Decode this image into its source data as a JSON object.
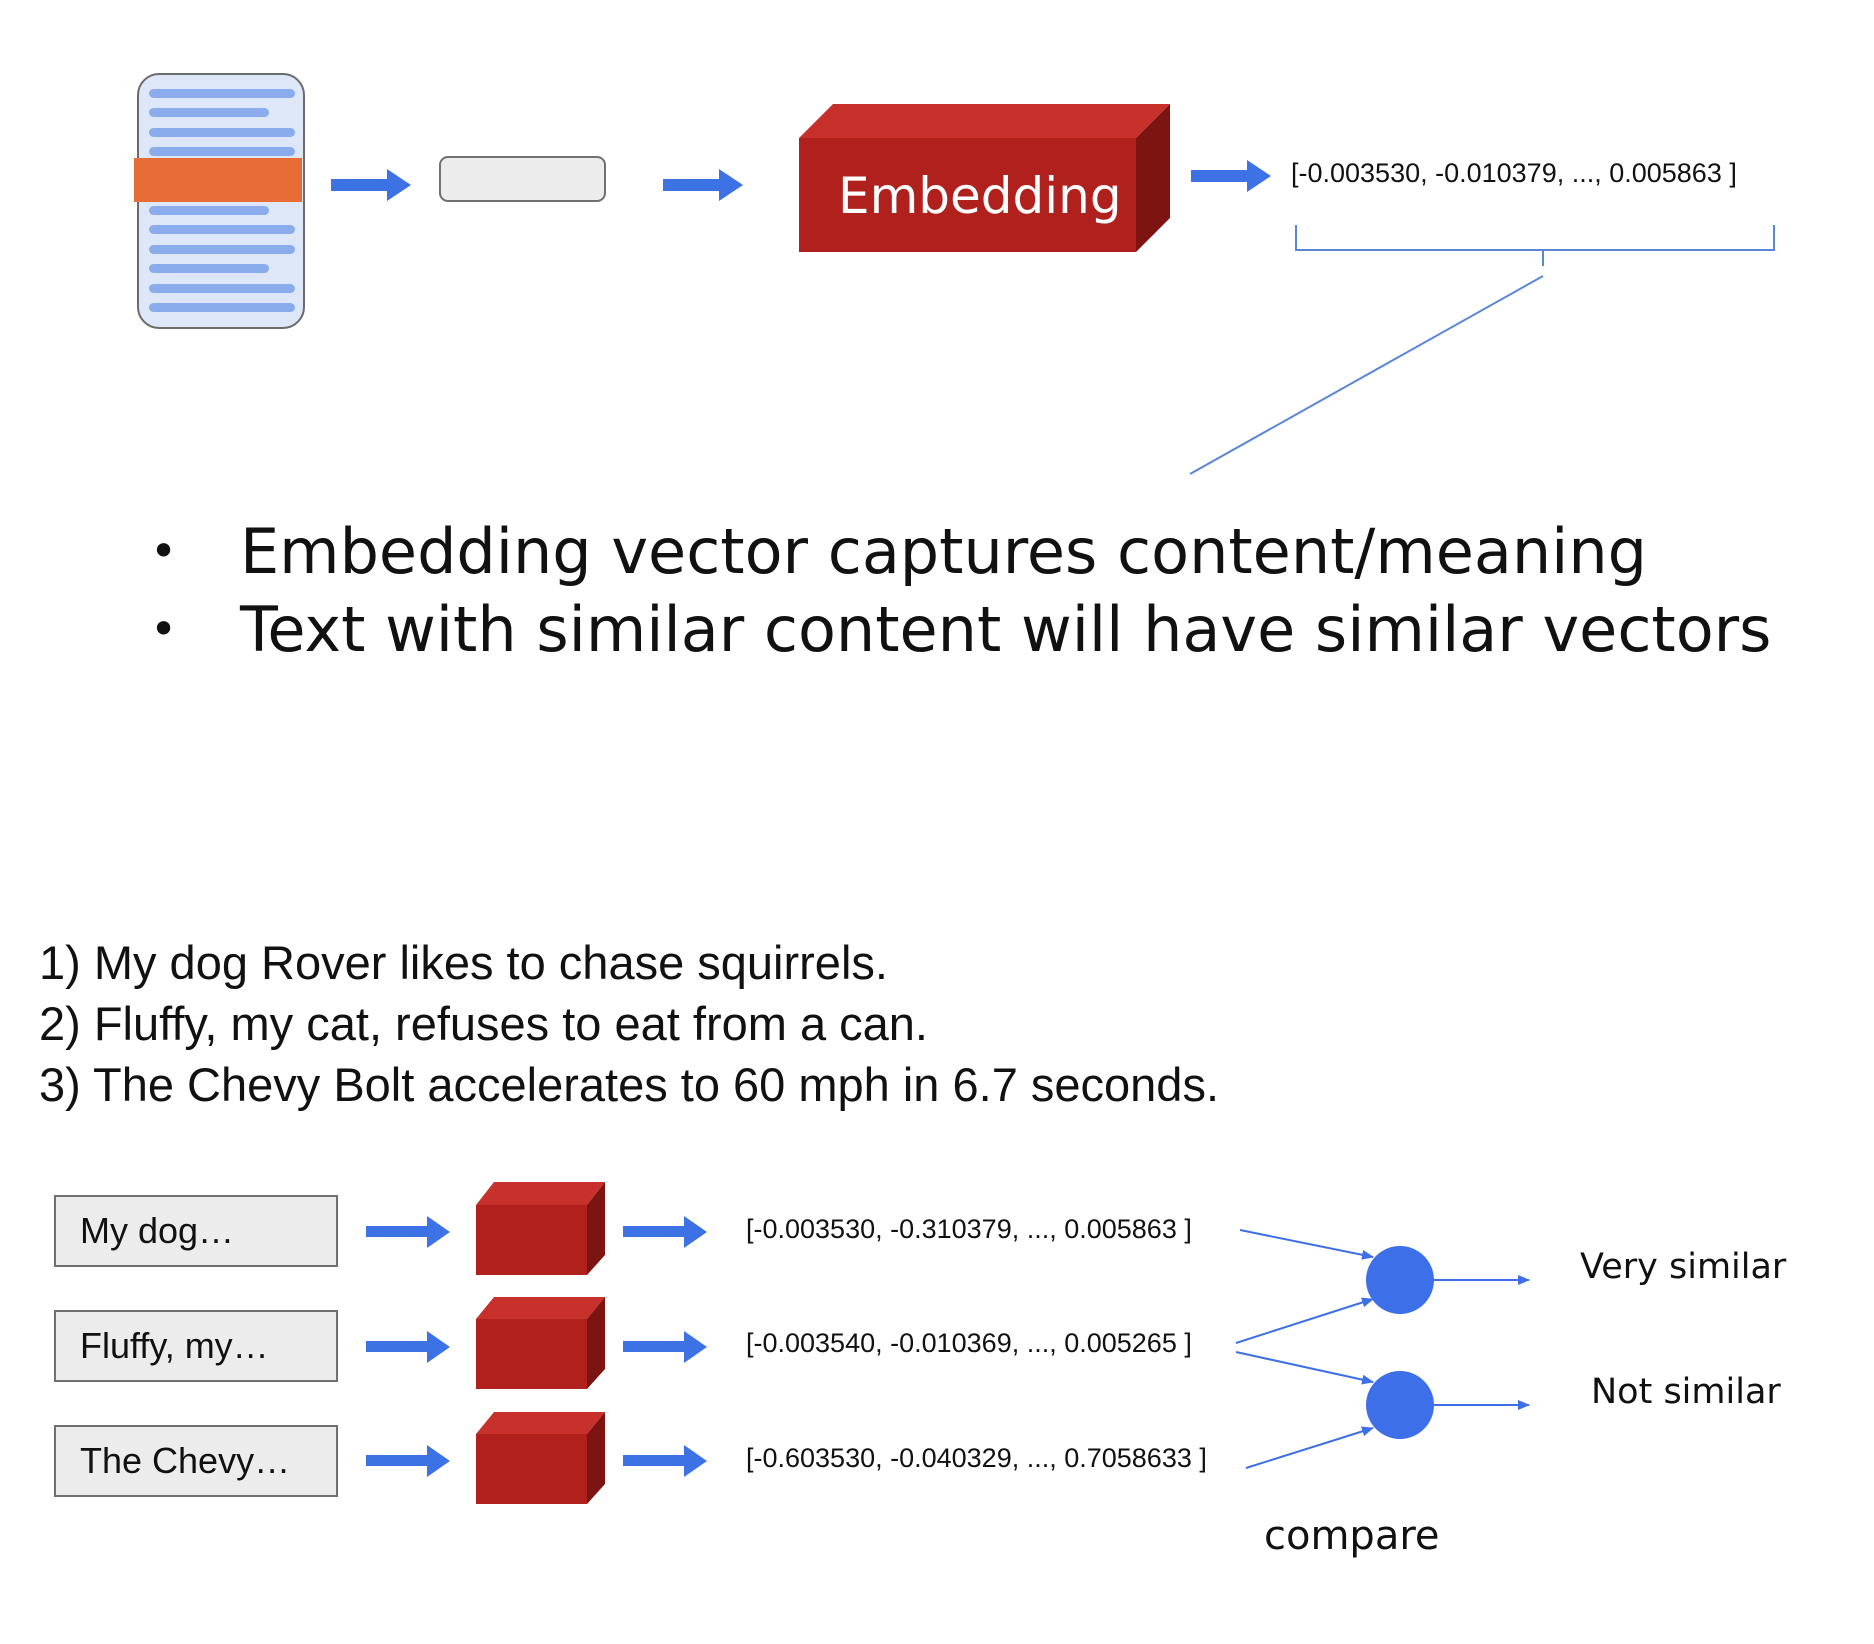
{
  "top_pipeline": {
    "model_label": "Embedding",
    "vector_text": "[-0.003530, -0.010379, ..., 0.005863 ]"
  },
  "bullets": [
    "Embedding vector captures content/meaning",
    "Text with similar content will have similar vectors"
  ],
  "examples": [
    "1) My dog Rover likes to chase squirrels.",
    "2) Fluffy, my cat, refuses to eat from a can.",
    "3) The Chevy Bolt accelerates to 60 mph in 6.7 seconds."
  ],
  "comparison": {
    "inputs": [
      "My dog…",
      "Fluffy, my…",
      "The Chevy…"
    ],
    "vectors": [
      "[-0.003530, -0.310379, ..., 0.005863 ]",
      "[-0.003540, -0.010369, ..., 0.005265 ]",
      "[-0.603530, -0.040329, ..., 0.7058633 ]"
    ],
    "results": [
      "Very similar",
      "Not similar"
    ],
    "compare_label": "compare"
  },
  "colors": {
    "arrow_blue": "#3d72e4",
    "cube_red": "#b0201c",
    "node_blue": "#3d6fe8",
    "highlight_orange": "#e86c35",
    "doc_line_blue": "#8bacec"
  }
}
